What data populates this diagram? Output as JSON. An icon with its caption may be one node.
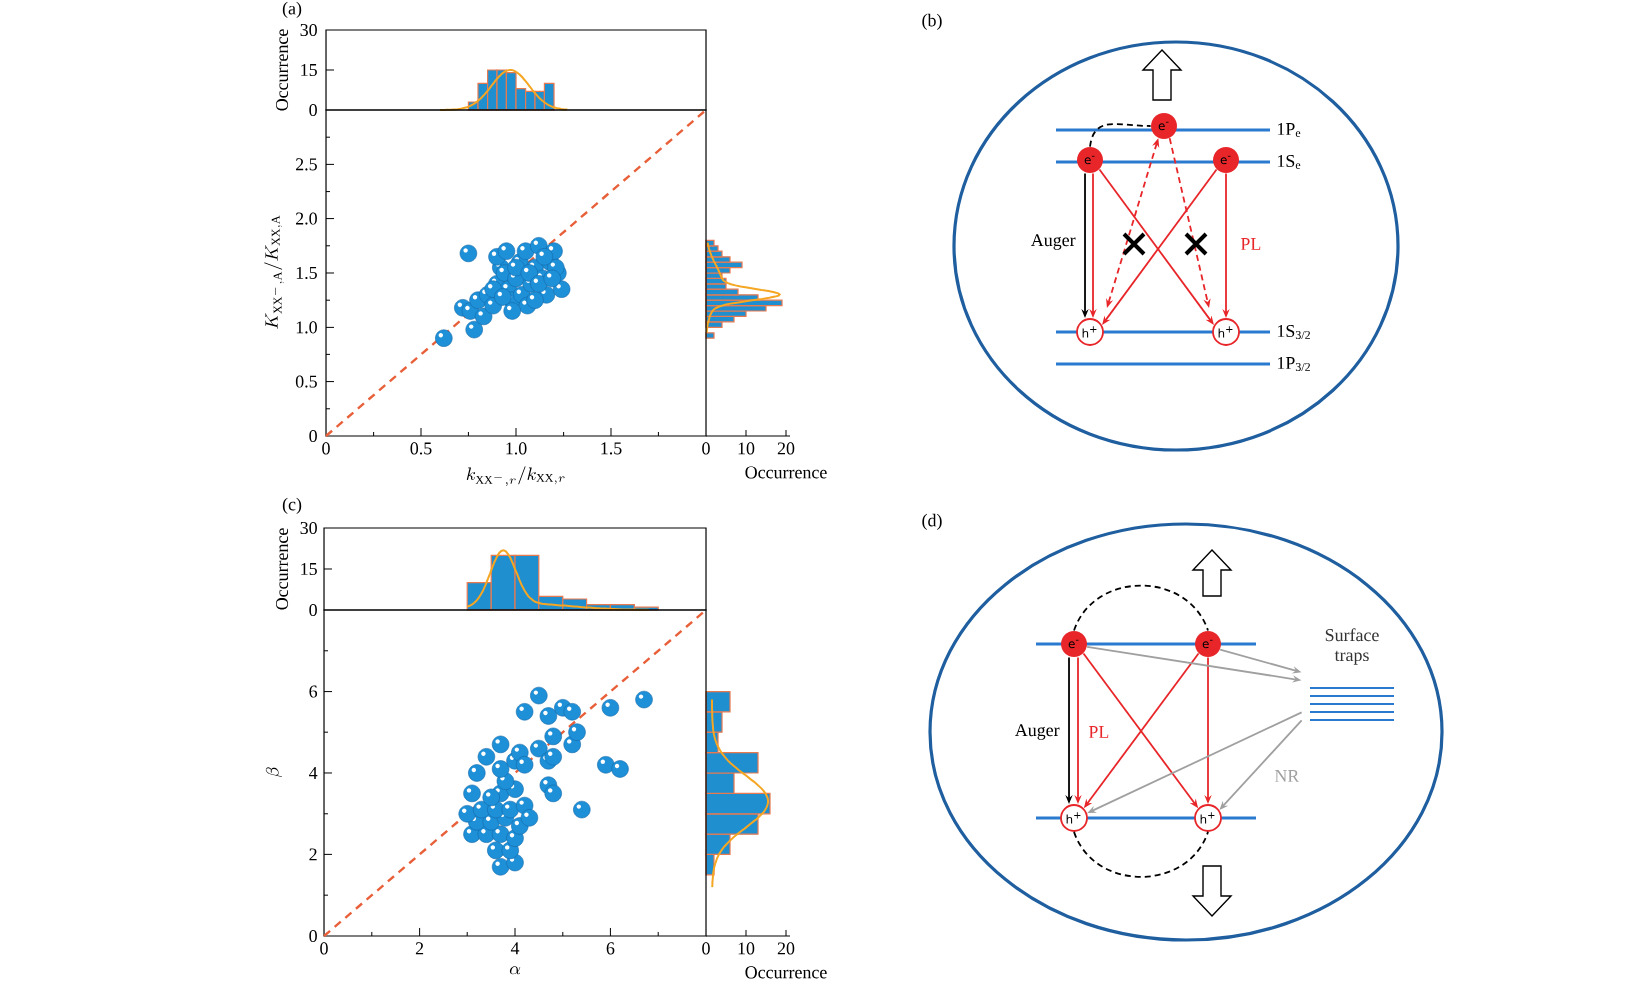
{
  "diagram": {
    "nodes": [
      {
        "text": [],
        "shape": "circle"
      },
      {
        "text": [
          "e$^{-}$"
        ],
        "in": 0
      },
      {
        "text": [
          "e$^{-}$"
        ],
        "in": 0
      },
      {
        "text": [
          "e$^{-}$"
        ],
        "in": 0
      },
      {
        "text": [
          "h$^{+}$"
        ],
        "in": 0
      },
      {
        "text": [
          "h$^{+}$"
        ],
        "in": 0
      },
      {
        "text": [],
        "shape": "circle"
      },
      {
        "text": [
          "e$^{-}$"
        ],
        "in": 6
      },
      {
        "text": [
          "e$^{-}$"
        ],
        "in": 6
      },
      {
        "text": [
          "h$^{+}$"
        ],
        "in": 6
      },
      {
        "text": [
          "h$^{+}$"
        ],
        "in": 6
      },
      {
        "text": [
          "Surface traps"
        ],
        "in": 6
      }
    ],
    "edges": [
      {
        "from": 2,
        "to": 1,
        "arrow": "none",
        "style": "dashed",
        "color": "#000000"
      },
      {
        "from": 2,
        "to": 4,
        "arrow": "to",
        "label": "Auger",
        "color": "#000000"
      },
      {
        "from": 2,
        "to": 4,
        "arrow": "to"
      },
      {
        "from": 2,
        "to": 5,
        "arrow": "to"
      },
      {
        "from": 3,
        "to": 4,
        "arrow": "to"
      },
      {
        "from": 3,
        "to": 5,
        "arrow": "to",
        "label": "PL"
      },
      {
        "from": 1,
        "to": 4,
        "arrow": "both",
        "style": "dashed"
      },
      {
        "from": 1,
        "to": 5,
        "arrow": "to",
        "style": "dashed"
      },
      {
        "from": 7,
        "to": 8,
        "arrow": "none",
        "style": "dashed",
        "color": "#000000"
      },
      {
        "from": 9,
        "to": 10,
        "arrow": "none",
        "style": "dashed",
        "color": "#000000"
      },
      {
        "from": 7,
        "to": 9,
        "arrow": "to",
        "label": "Auger",
        "color": "#000000"
      },
      {
        "from": 7,
        "to": 9,
        "arrow": "to",
        "label": "PL"
      },
      {
        "from": 7,
        "to": 10,
        "arrow": "to"
      },
      {
        "from": 8,
        "to": 9,
        "arrow": "to"
      },
      {
        "from": 8,
        "to": 10,
        "arrow": "to"
      },
      {
        "from": 7,
        "to": 11,
        "arrow": "to",
        "color": "#a0a0a0"
      },
      {
        "from": 8,
        "to": 11,
        "arrow": "to",
        "color": "#a0a0a0"
      },
      {
        "from": 11,
        "to": 9,
        "arrow": "to",
        "color": "#a0a0a0"
      },
      {
        "from": 11,
        "to": 10,
        "arrow": "to",
        "label": "NR",
        "color": "#a0a0a0"
      }
    ],
    "labels": [
      "(a)",
      "30",
      "15",
      "0",
      "Occurrence",
      "2.5",
      "2.0",
      "1.5",
      "1.0",
      "0.5",
      "0",
      "K_{\\mathrm{XX}^{-},\\mathrm{A}}/K_{\\mathrm{XX},\\mathrm{A}}",
      "0",
      "0.5",
      "1.0",
      "1.5",
      "0",
      "10",
      "20",
      "k_{\\mathrm{XX}^{-},r}/k_{\\mathrm{XX},r}",
      "Occurrence",
      "(c)",
      "30",
      "15",
      "0",
      "Occurrence",
      "6",
      "4",
      "2",
      "0",
      "\\beta",
      "0",
      "2",
      "4",
      "6",
      "0",
      "10",
      "20",
      "\\alpha",
      "Occurrence",
      "(b)",
      "1P$_{e}$",
      "1S$_{e}$",
      "1S$_{3/2}$",
      "1P$_{3/2}$",
      "(d)"
    ]
  }
}
